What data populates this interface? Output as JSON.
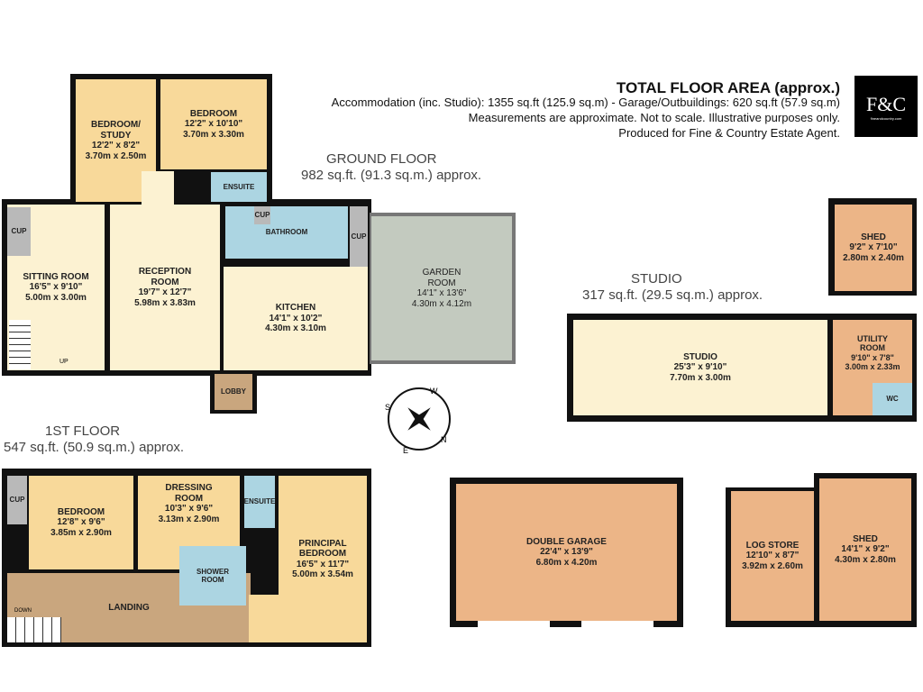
{
  "header": {
    "title": "TOTAL FLOOR AREA (approx.)",
    "lines": [
      "Accommodation (inc. Studio): 1355 sq.ft (125.9 sq.m) - Garage/Outbuildings: 620 sq.ft (57.9 sq.m)",
      "Measurements are approximate. Not to scale. Illustrative purposes only.",
      "Produced for Fine & Country Estate Agent."
    ],
    "logo_text": "F&C",
    "logo_sub": "fineandcountry.com"
  },
  "floors": {
    "ground": {
      "name": "GROUND FLOOR",
      "area": "982 sq.ft. (91.3 sq.m.) approx."
    },
    "first": {
      "name": "1ST FLOOR",
      "area": "547 sq.ft. (50.9 sq.m.) approx."
    },
    "studio": {
      "name": "STUDIO",
      "area": "317 sq.ft. (29.5 sq.m.) approx."
    }
  },
  "rooms": {
    "bedroom_study": {
      "name": "BEDROOM/\nSTUDY",
      "imperial": "12'2\"  x 8'2\"",
      "metric": "3.70m  x 2.50m"
    },
    "bedroom_ground": {
      "name": "BEDROOM",
      "imperial": "12'2\"  x 10'10\"",
      "metric": "3.70m  x 3.30m"
    },
    "ensuite_ground": {
      "name": "ENSUITE"
    },
    "sitting_room": {
      "name": "SITTING ROOM",
      "imperial": "16'5\"  x 9'10\"",
      "metric": "5.00m  x 3.00m"
    },
    "reception_room": {
      "name": "RECEPTION\nROOM",
      "imperial": "19'7\"  x 12'7\"",
      "metric": "5.98m  x 3.83m"
    },
    "bathroom": {
      "name": "BATHROOM"
    },
    "kitchen": {
      "name": "KITCHEN",
      "imperial": "14'1\"  x 10'2\"",
      "metric": "4.30m  x 3.10m"
    },
    "garden_room": {
      "name": "GARDEN\nROOM",
      "imperial": "14'1\"  x 13'6\"",
      "metric": "4.30m  x 4.12m"
    },
    "lobby": {
      "name": "LOBBY"
    },
    "cup": "CUP",
    "up": "UP",
    "down": "DOWN",
    "bedroom_first": {
      "name": "BEDROOM",
      "imperial": "12'8\"  x 9'6\"",
      "metric": "3.85m  x 2.90m"
    },
    "dressing_room": {
      "name": "DRESSING\nROOM",
      "imperial": "10'3\"  x 9'6\"",
      "metric": "3.13m  x 2.90m"
    },
    "ensuite_first": {
      "name": "ENSUITE"
    },
    "shower_room": {
      "name": "SHOWER\nROOM"
    },
    "principal_bedroom": {
      "name": "PRINCIPAL\nBEDROOM",
      "imperial": "16'5\"  x 11'7\"",
      "metric": "5.00m  x 3.54m"
    },
    "landing": {
      "name": "LANDING"
    },
    "studio": {
      "name": "STUDIO",
      "imperial": "25'3\"  x 9'10\"",
      "metric": "7.70m  x 3.00m"
    },
    "utility_room": {
      "name": "UTILITY\nROOM",
      "imperial": "9'10\"  x 7'8\"",
      "metric": "3.00m  x 2.33m"
    },
    "wc": {
      "name": "WC"
    },
    "shed_small": {
      "name": "SHED",
      "imperial": "9'2\"  x 7'10\"",
      "metric": "2.80m  x 2.40m"
    },
    "double_garage": {
      "name": "DOUBLE GARAGE",
      "imperial": "22'4\"  x 13'9\"",
      "metric": "6.80m  x 4.20m"
    },
    "log_store": {
      "name": "LOG STORE",
      "imperial": "12'10\"  x 8'7\"",
      "metric": "3.92m  x 2.60m"
    },
    "shed_large": {
      "name": "SHED",
      "imperial": "14'1\"  x 9'2\"",
      "metric": "4.30m  x 2.80m"
    }
  },
  "compass": {
    "letters": [
      "N",
      "S",
      "E",
      "W"
    ]
  },
  "colors": {
    "bedroom": "#f8d99a",
    "living": "#fcf2d2",
    "wet": "#acd5e2",
    "outbuilding": "#ecb587",
    "landing": "#c9a67e",
    "garden_room": "#c3cabf",
    "wall": "#111111"
  }
}
